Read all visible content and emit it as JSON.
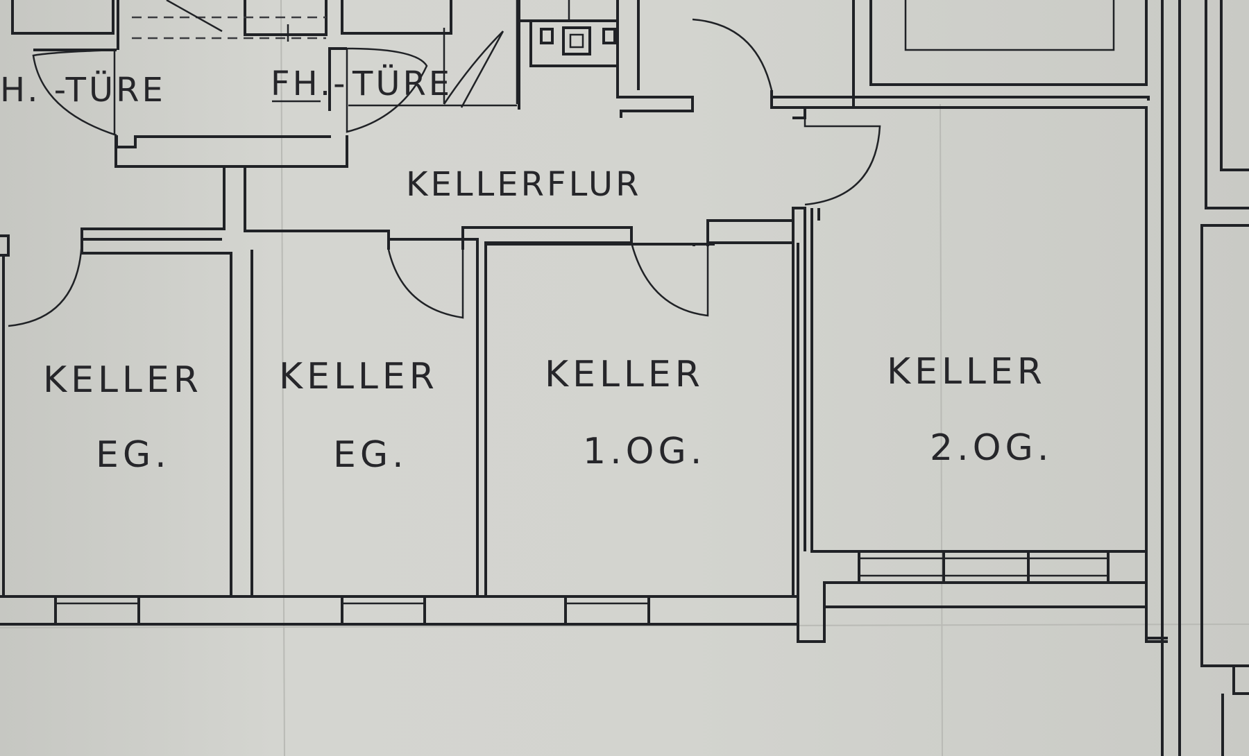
{
  "doors": {
    "left": "H. -TÜRE",
    "right_prefix": "FH.-",
    "right_suffix": "TÜRE"
  },
  "corridor": "KELLERFLUR",
  "rooms": [
    {
      "name": "KELLER",
      "floor": "EG."
    },
    {
      "name": "KELLER",
      "floor": "EG."
    },
    {
      "name": "KELLER",
      "floor": "1.OG."
    },
    {
      "name": "KELLER",
      "floor": "2.OG."
    }
  ]
}
